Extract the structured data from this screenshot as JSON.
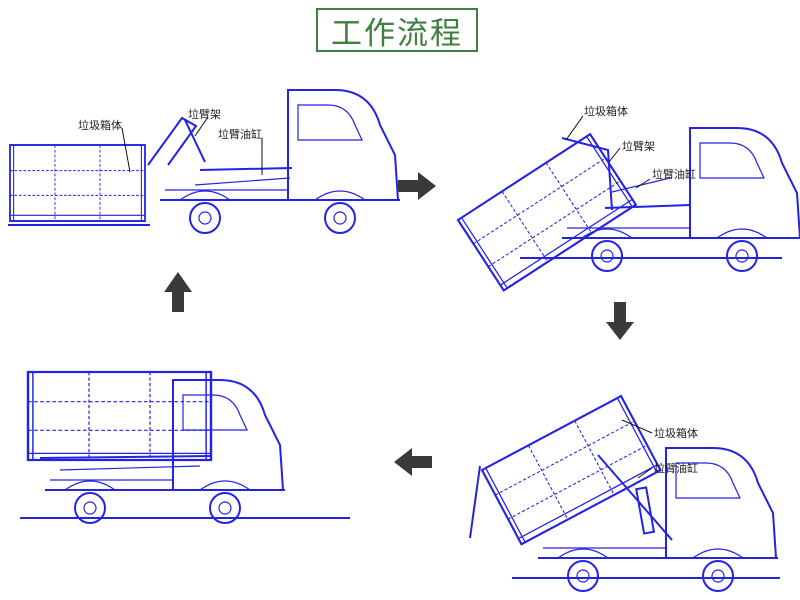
{
  "title": "工作流程",
  "labels": {
    "bin_box": "垃圾箱体",
    "arm_frame": "垃臂架",
    "arm_cylinder": "垃臂油缸"
  },
  "colors": {
    "line": "#2323e6",
    "title_green": "#3f7f3f",
    "arrow": "#3a3a3a"
  }
}
